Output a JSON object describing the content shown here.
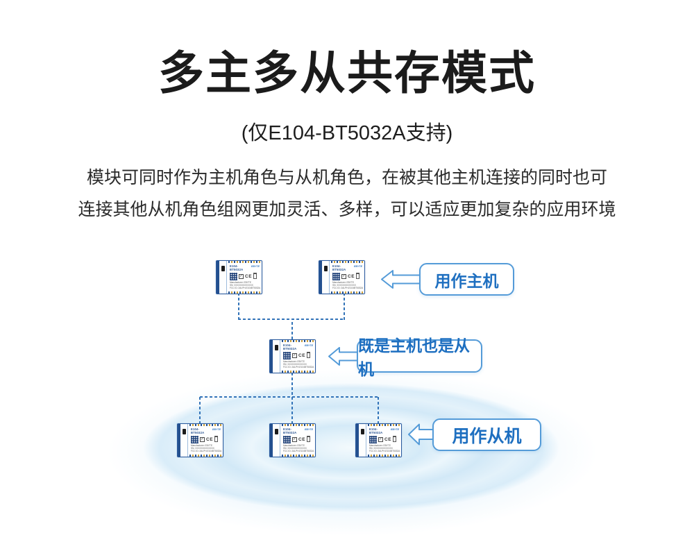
{
  "page": {
    "title": "多主多从共存模式",
    "subtitle": "(仅E104-BT5032A支持)",
    "description_line1": "模块可同时作为主机角色与从机角色，在被其他主机连接的同时也可",
    "description_line2": "连接其他从机角色组网更加灵活、多样，可以适应更加复杂的应用环境"
  },
  "diagram": {
    "callouts": [
      {
        "label": "用作主机"
      },
      {
        "label": "既是主机也是从机"
      },
      {
        "label": "用作从机"
      }
    ],
    "module": {
      "name": "E104-BT5032A",
      "brand": "EBYTE",
      "check_mark": "✓",
      "ce_mark": "CE",
      "line1": "Manufacturer: EBYTE",
      "line2": "SN: XXXXXXXXXXXXX",
      "line3": "FCC ID: 2ALPH-E104BT5032A"
    },
    "colors": {
      "callout_text_blue": "#1e6fc0",
      "callout_border_blue": "#549bd8",
      "dashed_line_blue": "#3273b8",
      "module_navy": "#24508f",
      "pin_gold": "#cfa13a",
      "ripple_blue": "#cde7f6"
    }
  }
}
